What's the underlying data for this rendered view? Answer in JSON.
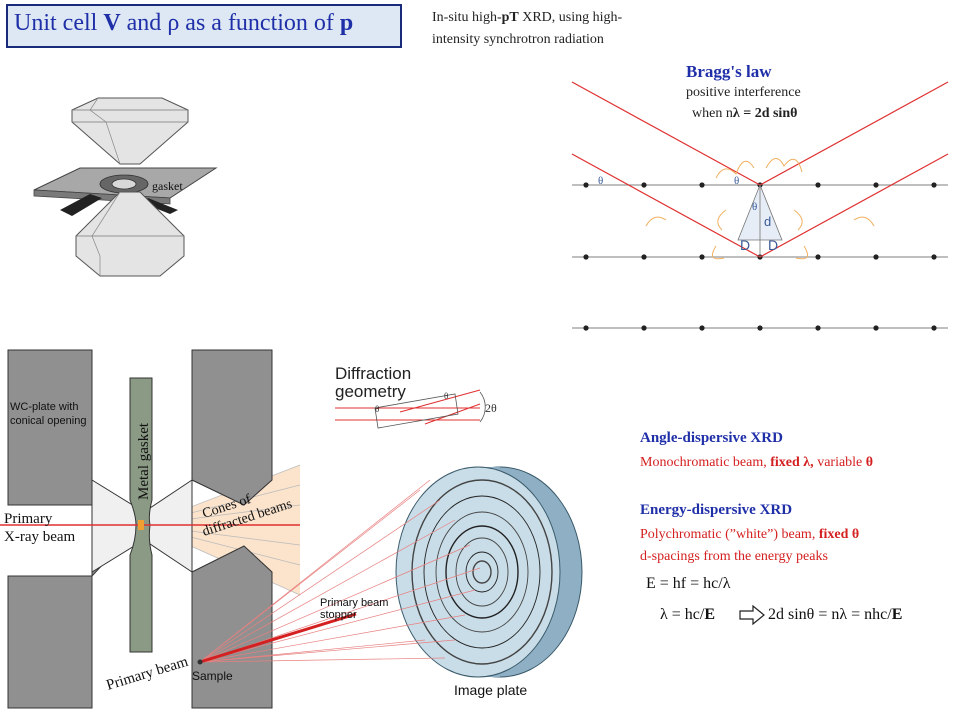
{
  "title": {
    "prefix": "Unit cell ",
    "v": "V",
    "mid": " and ",
    "rho": "ρ",
    "suffix": " as a function of ",
    "p": "p"
  },
  "intro": {
    "line1_a": "In-situ high-",
    "line1_b": "pT",
    "line1_c": " XRD, using high-",
    "line2": "intensity synchrotron radiation"
  },
  "dac": {
    "gasket_label": "gasket"
  },
  "bragg": {
    "heading": "Bragg's law",
    "line1": "positive interference",
    "line2_a": "when n",
    "line2_b": "λ",
    "line2_c": " = 2d sin",
    "line2_d": "θ",
    "theta": "θ",
    "d": "d",
    "D": "D"
  },
  "diffraction_geometry": {
    "line1": "Diffraction",
    "line2": "geometry",
    "theta": "θ",
    "two_theta": "2θ"
  },
  "setup": {
    "wc_plate_line1": "WC-plate with",
    "wc_plate_line2": "conical opening",
    "metal_gasket": "Metal gasket",
    "cones_line1": "Cones of",
    "cones_line2": "diffracted beams",
    "primary_line1": "Primary",
    "primary_line2": "X-ray beam",
    "stopper_line1": "Primary beam",
    "stopper_line2": "stopper",
    "primary_beam": "Primary beam",
    "sample": "Sample",
    "image_plate": "Image plate"
  },
  "angle_dispersive": {
    "heading": "Angle-dispersive XRD",
    "line_a": "Monochromatic beam, ",
    "line_b": "fixed λ,",
    "line_c": " variable ",
    "line_d": "θ"
  },
  "energy_dispersive": {
    "heading": "Energy-dispersive XRD",
    "line1_a": "Polychromatic (”white”) beam, ",
    "line1_b": "fixed θ",
    "line2": "d-spacings from the energy peaks",
    "eq1": "E = hf = hc/λ",
    "eq2_a": "λ = hc/",
    "eq2_b": "E",
    "eq2_c": "2d sinθ = nλ = nhc/",
    "eq2_d": "E"
  },
  "colors": {
    "title_blue": "#1f2fa8",
    "accent_red": "#d42020",
    "title_bg": "#dde8f4"
  }
}
